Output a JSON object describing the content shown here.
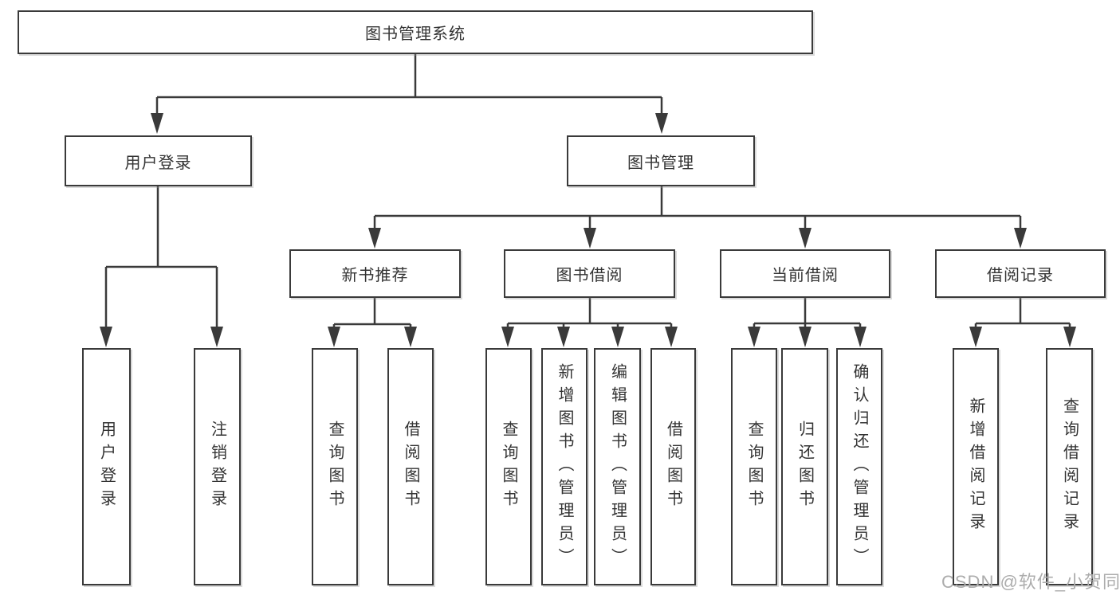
{
  "tree": {
    "root": {
      "label": "图书管理系统",
      "children": [
        {
          "label": "用户登录",
          "children": [
            {
              "label": "用户登录"
            },
            {
              "label": "注销登录"
            }
          ]
        },
        {
          "label": "图书管理",
          "children": [
            {
              "label": "新书推荐",
              "children": [
                {
                  "label": "查询图书"
                },
                {
                  "label": "借阅图书"
                }
              ]
            },
            {
              "label": "图书借阅",
              "children": [
                {
                  "label": "查询图书"
                },
                {
                  "label": "新增图书（管理员）"
                },
                {
                  "label": "编辑图书（管理员）"
                },
                {
                  "label": "借阅图书"
                }
              ]
            },
            {
              "label": "当前借阅",
              "children": [
                {
                  "label": "查询图书"
                },
                {
                  "label": "归还图书"
                },
                {
                  "label": "确认归还（管理员）"
                }
              ]
            },
            {
              "label": "借阅记录",
              "children": [
                {
                  "label": "新增借阅记录"
                },
                {
                  "label": "查询借阅记录"
                }
              ]
            }
          ]
        }
      ]
    }
  },
  "watermark": {
    "text": "CSDN @软件_小贺同学"
  },
  "colors": {
    "line": "#3a3a3a",
    "text": "#333333",
    "background": "#ffffff",
    "watermark": "#acacac"
  }
}
